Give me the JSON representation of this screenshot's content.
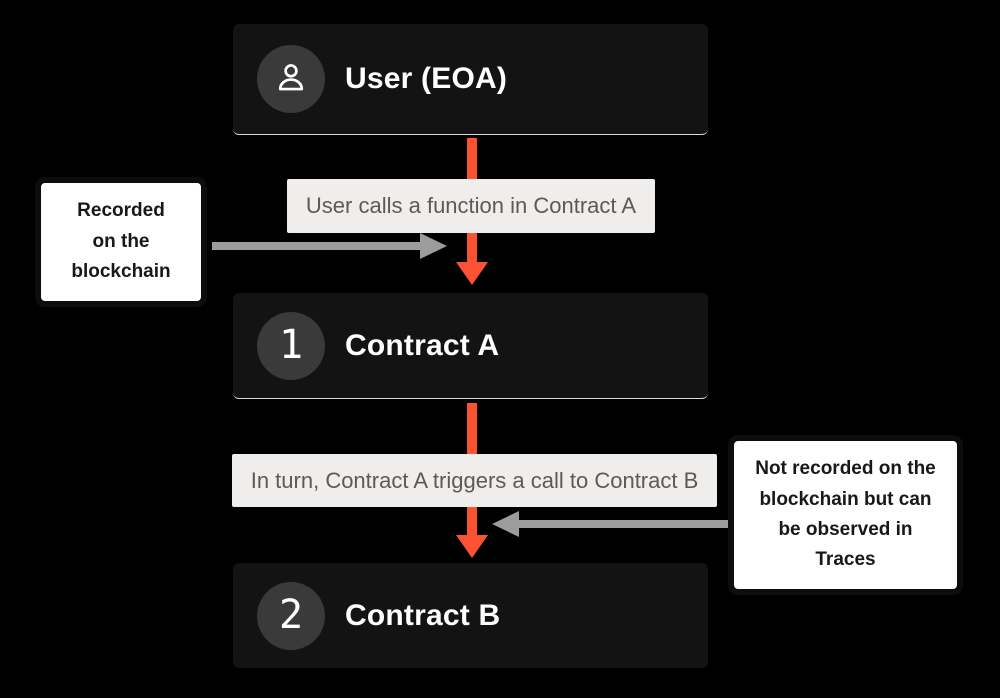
{
  "colors": {
    "background": "#000000",
    "node_bg": "#131313",
    "badge_bg": "#3a3a3a",
    "accent_orange": "#fa5232",
    "edge_label_bg": "#f0eeec",
    "edge_label_text": "#5d5955",
    "pointer_gray": "#9c9c9c",
    "callout_bg": "#ffffff",
    "callout_border": "#0d0d0d",
    "callout_text": "#181818"
  },
  "nodes": {
    "user": {
      "icon": "user-icon",
      "title": "User (EOA)"
    },
    "contract_a": {
      "badge": "1",
      "title": "Contract A"
    },
    "contract_b": {
      "badge": "2",
      "title": "Contract B"
    }
  },
  "edges": {
    "user_to_a": {
      "label": "User calls a function in Contract A"
    },
    "a_to_b": {
      "label": "In turn, Contract A triggers a call to Contract B"
    }
  },
  "callouts": {
    "left": {
      "text": "Recorded\non the\nblockchain"
    },
    "right": {
      "text": "Not recorded on the\nblockchain but can\nbe observed in\nTraces"
    }
  }
}
